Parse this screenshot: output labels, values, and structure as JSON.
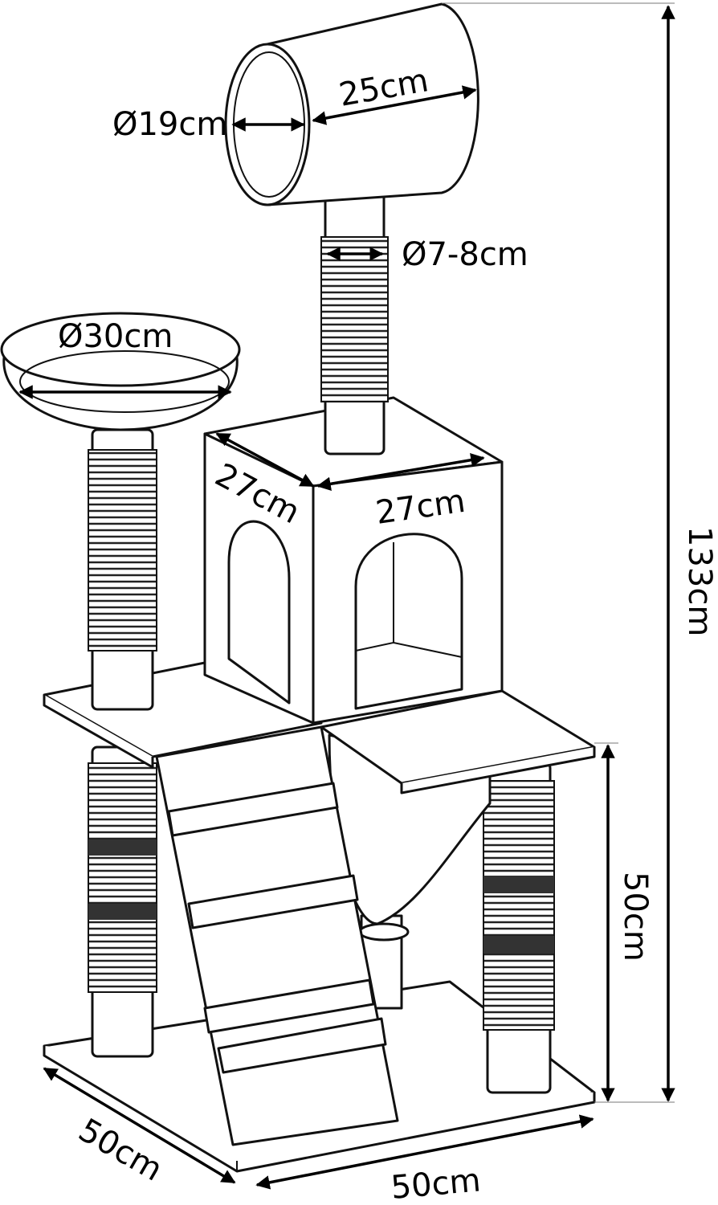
{
  "title": "Cat tree dimensions",
  "dimensions": {
    "tube_diameter": "Ø19cm",
    "tube_length": "25cm",
    "post_diameter": "Ø7-8cm",
    "bed_diameter": "Ø30cm",
    "box_depth": "27cm",
    "box_width": "27cm",
    "total_height": "133cm",
    "platform_height": "50cm",
    "base_depth": "50cm",
    "base_width": "50cm"
  },
  "colors": {
    "line": "#111111",
    "background": "#ffffff"
  }
}
